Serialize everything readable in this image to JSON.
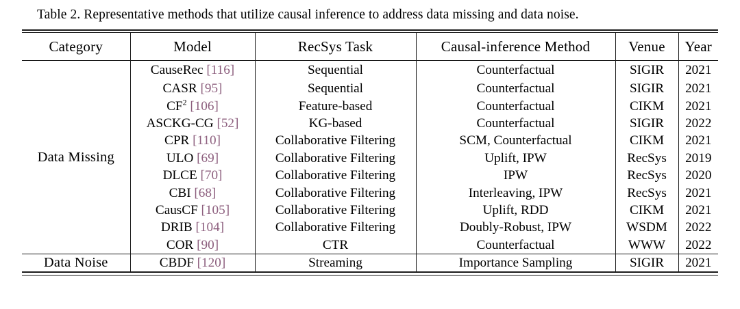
{
  "caption": {
    "label": "Table 2.",
    "text": "Table 2.  Representative methods that utilize causal inference to address data missing and data noise."
  },
  "table": {
    "columns": [
      {
        "key": "category",
        "header": "Category"
      },
      {
        "key": "model",
        "header": "Model"
      },
      {
        "key": "task",
        "header": "RecSys Task"
      },
      {
        "key": "method",
        "header": "Causal-inference Method"
      },
      {
        "key": "venue",
        "header": "Venue"
      },
      {
        "key": "year",
        "header": "Year"
      }
    ],
    "citation_color": "#8d5f7e",
    "rule_color": "#1a1a1a",
    "groups": [
      {
        "category": "Data Missing",
        "rows": [
          {
            "model": "CauseRec",
            "model_sup": "",
            "cite": "[116]",
            "task": "Sequential",
            "method": "Counterfactual",
            "venue": "SIGIR",
            "year": "2021"
          },
          {
            "model": "CASR",
            "model_sup": "",
            "cite": "[95]",
            "task": "Sequential",
            "method": "Counterfactual",
            "venue": "SIGIR",
            "year": "2021"
          },
          {
            "model": "CF",
            "model_sup": "2",
            "cite": "[106]",
            "task": "Feature-based",
            "method": "Counterfactual",
            "venue": "CIKM",
            "year": "2021"
          },
          {
            "model": "ASCKG-CG",
            "model_sup": "",
            "cite": "[52]",
            "task": "KG-based",
            "method": "Counterfactual",
            "venue": "SIGIR",
            "year": "2022"
          },
          {
            "model": "CPR",
            "model_sup": "",
            "cite": "[110]",
            "task": "Collaborative Filtering",
            "method": "SCM, Counterfactual",
            "venue": "CIKM",
            "year": "2021"
          },
          {
            "model": "ULO",
            "model_sup": "",
            "cite": "[69]",
            "task": "Collaborative Filtering",
            "method": "Uplift, IPW",
            "venue": "RecSys",
            "year": "2019"
          },
          {
            "model": "DLCE",
            "model_sup": "",
            "cite": "[70]",
            "task": "Collaborative Filtering",
            "method": "IPW",
            "venue": "RecSys",
            "year": "2020"
          },
          {
            "model": "CBI",
            "model_sup": "",
            "cite": "[68]",
            "task": "Collaborative Filtering",
            "method": "Interleaving, IPW",
            "venue": "RecSys",
            "year": "2021"
          },
          {
            "model": "CausCF",
            "model_sup": "",
            "cite": "[105]",
            "task": "Collaborative Filtering",
            "method": "Uplift, RDD",
            "venue": "CIKM",
            "year": "2021"
          },
          {
            "model": "DRIB",
            "model_sup": "",
            "cite": "[104]",
            "task": "Collaborative Filtering",
            "method": "Doubly-Robust, IPW",
            "venue": "WSDM",
            "year": "2022"
          },
          {
            "model": "COR",
            "model_sup": "",
            "cite": "[90]",
            "task": "CTR",
            "method": "Counterfactual",
            "venue": "WWW",
            "year": "2022"
          }
        ]
      },
      {
        "category": "Data Noise",
        "rows": [
          {
            "model": "CBDF",
            "model_sup": "",
            "cite": "[120]",
            "task": "Streaming",
            "method": "Importance Sampling",
            "venue": "SIGIR",
            "year": "2021"
          }
        ]
      }
    ]
  }
}
